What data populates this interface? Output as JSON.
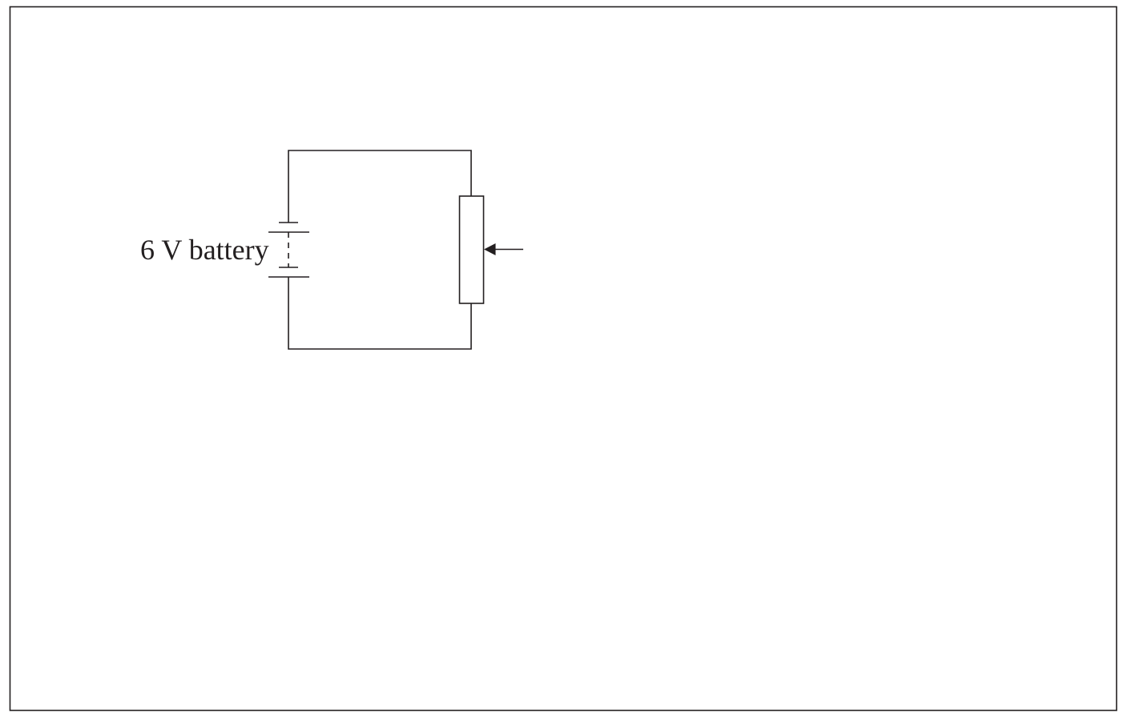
{
  "labels": {
    "battery": "6 V battery"
  },
  "components": {
    "battery": "battery-two-cells-with-dashed-link",
    "resistor": "rheostat-variable-resistor",
    "wiper": "left-pointing-arrow"
  },
  "colors": {
    "line": "#231f20",
    "text": "#231f20",
    "background": "#ffffff"
  }
}
